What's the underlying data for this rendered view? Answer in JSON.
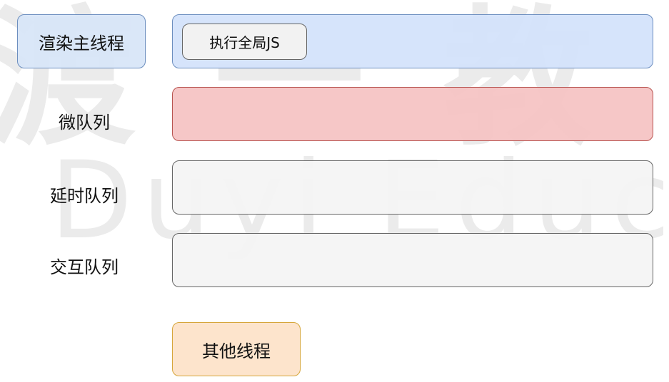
{
  "watermark": {
    "top_text": "渡一教",
    "bottom_text": "Duyi Educat"
  },
  "render_main_thread": {
    "label": "渲染主线程",
    "color": "#d8e6f8"
  },
  "render_lane": {
    "task_label": "执行全局JS",
    "color": "#d4e3fb"
  },
  "queues": [
    {
      "label": "微队列",
      "color": "#f6c4c4"
    },
    {
      "label": "延时队列",
      "color": "#f4f4f4"
    },
    {
      "label": "交互队列",
      "color": "#f4f4f4"
    }
  ],
  "other_threads": {
    "label": "其他线程",
    "color": "#fde4cc"
  }
}
